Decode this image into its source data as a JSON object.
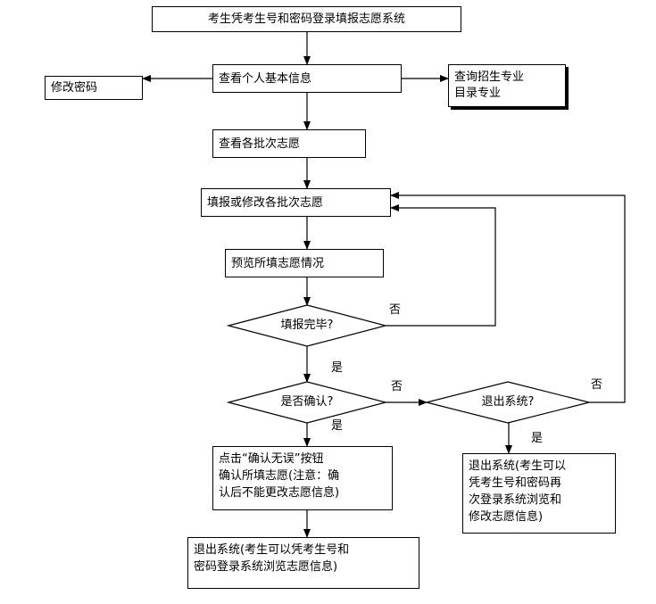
{
  "boxes": {
    "start": "考生凭考生号和密码登录填报志愿系统",
    "view_info": "查看个人基本信息",
    "change_pwd": "修改密码",
    "query_major": "查询招生专业\n目录专业",
    "view_batches": "查看各批次志愿",
    "fill_modify": "填报或修改各批次志愿",
    "preview": "预览所填志愿情况",
    "confirm_click": "点击“确认无误”按钮\n确认所填志愿(注意：确\n认后不能更改志愿信息)",
    "exit_final": "退出系统(考生可以凭考生号和\n密码登录系统浏览志愿信息)",
    "exit_side": "退出系统(考生可以\n凭考生号和密码再\n次登录系统浏览和\n修改志愿信息)"
  },
  "decisions": {
    "filled_done": "填报完毕?",
    "confirmed": "是否确认?",
    "exit_system": "退出系统?"
  },
  "labels": {
    "no_1": "否",
    "yes_1": "是",
    "no_2": "否",
    "yes_2": "是",
    "no_3": "否",
    "yes_3": "是"
  }
}
